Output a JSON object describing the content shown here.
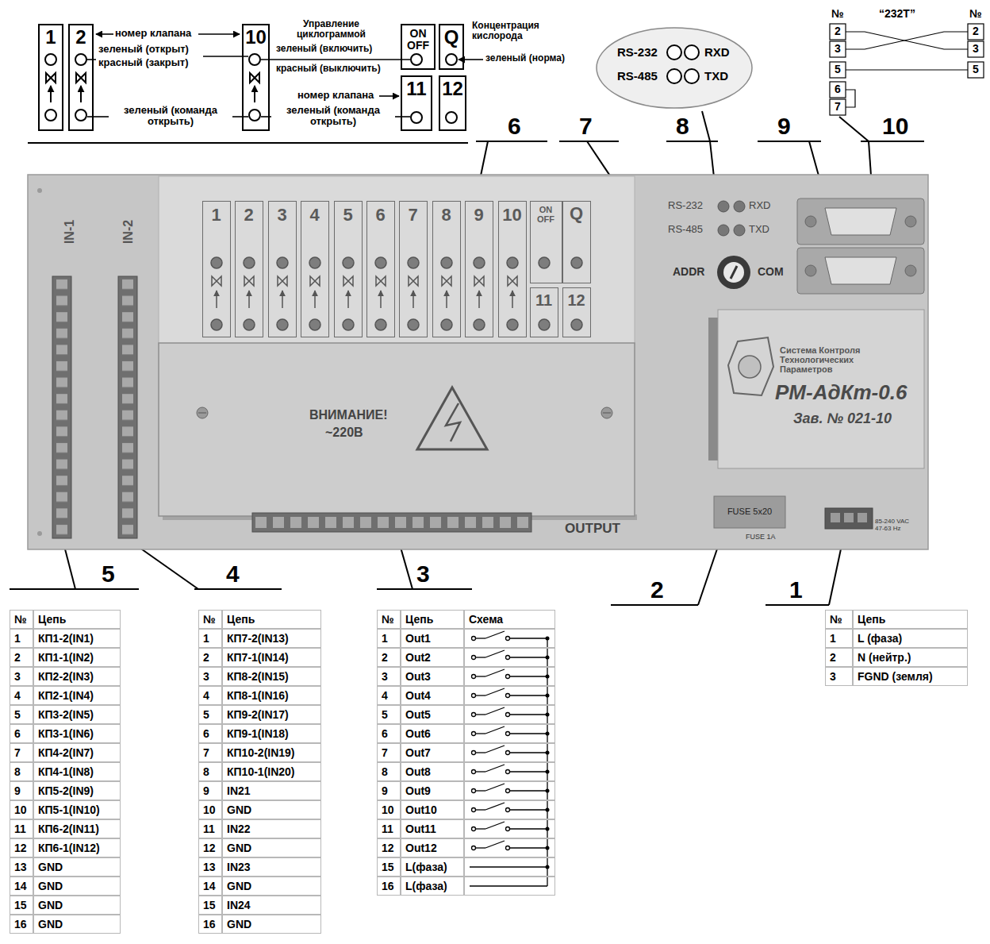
{
  "diagram": {
    "nodes": [
      {
        "text": [
          "1"
        ]
      },
      {
        "text": [
          "2"
        ]
      },
      {
        "text": [
          "10"
        ]
      },
      {
        "text": [
          "ON OFF"
        ]
      },
      {
        "text": [
          "Q"
        ]
      },
      {
        "text": [
          "11"
        ]
      },
      {
        "text": [
          "12"
        ]
      },
      {
        "text": [
          "RS-232",
          "RXD",
          "RS-485",
          "TXD"
        ]
      },
      {
        "text": [
          "IN-1",
          "IN-2",
          "OUTPUT",
          "RS-232",
          "RXD",
          "RS-485",
          "TXD",
          "ADDR",
          "COM",
          "FUSE 1A",
          "85-240 VAC 47-63 Hz"
        ]
      },
      {
        "text": [
          "1"
        ],
        "in": 8
      },
      {
        "text": [
          "2"
        ],
        "in": 8
      },
      {
        "text": [
          "3"
        ],
        "in": 8
      },
      {
        "text": [
          "4"
        ],
        "in": 8
      },
      {
        "text": [
          "5"
        ],
        "in": 8
      },
      {
        "text": [
          "6"
        ],
        "in": 8
      },
      {
        "text": [
          "7"
        ],
        "in": 8
      },
      {
        "text": [
          "8"
        ],
        "in": 8
      },
      {
        "text": [
          "9"
        ],
        "in": 8
      },
      {
        "text": [
          "10"
        ],
        "in": 8
      },
      {
        "text": [
          "ON OFF"
        ],
        "in": 8
      },
      {
        "text": [
          "Q"
        ],
        "in": 8
      },
      {
        "text": [
          "11"
        ],
        "in": 8
      },
      {
        "text": [
          "12"
        ],
        "in": 8
      },
      {
        "text": [
          "ВНИМАНИЕ!",
          "~220В"
        ],
        "in": 8
      },
      {
        "text": [
          "Система Контроля Технологических Параметров",
          "РМ-АдКт-0.6",
          "Зав. № 021-10"
        ],
        "in": 8
      },
      {
        "text": [
          "FUSE 5x20"
        ],
        "in": 8
      }
    ],
    "labels": [
      "номер клапана",
      "зеленый (открыт)",
      "красный (закрыт)",
      "зеленый (команда открыть)",
      "Управление циклограммой",
      "зеленый (включить)",
      "красный (выключить)",
      "Концентрация кислорода",
      "зеленый (норма)",
      "номер клапана",
      "зеленый (команда открыть)",
      "№",
      "“232T”",
      "№",
      "2",
      "3",
      "5",
      "6",
      "7",
      "2",
      "3",
      "5",
      "6",
      "7",
      "8",
      "9",
      "10",
      "5",
      "4",
      "3",
      "2",
      "1",
      "№",
      "Цепь",
      "1",
      "КП1-2(IN1)",
      "2",
      "КП1-1(IN2)",
      "3",
      "КП2-2(IN3)",
      "4",
      "КП2-1(IN4)",
      "5",
      "КП3-2(IN5)",
      "6",
      "КП3-1(IN6)",
      "7",
      "КП4-2(IN7)",
      "8",
      "КП4-1(IN8)",
      "9",
      "КП5-2(IN9)",
      "10",
      "КП5-1(IN10)",
      "11",
      "КП6-2(IN11)",
      "12",
      "КП6-1(IN12)",
      "13",
      "GND",
      "14",
      "GND",
      "15",
      "GND",
      "16",
      "GND",
      "№",
      "Цепь",
      "1",
      "КП7-2(IN13)",
      "2",
      "КП7-1(IN14)",
      "3",
      "КП8-2(IN15)",
      "4",
      "КП8-1(IN16)",
      "5",
      "КП9-2(IN17)",
      "6",
      "КП9-1(IN18)",
      "7",
      "КП10-2(IN19)",
      "8",
      "КП10-1(IN20)",
      "9",
      "IN21",
      "10",
      "GND",
      "11",
      "IN22",
      "12",
      "GND",
      "13",
      "IN23",
      "14",
      "GND",
      "15",
      "IN24",
      "16",
      "GND",
      "№",
      "Цепь",
      "Схема",
      "1",
      "Out1",
      "2",
      "Out2",
      "3",
      "Out3",
      "4",
      "Out4",
      "5",
      "Out5",
      "6",
      "Out6",
      "7",
      "Out7",
      "8",
      "Out8",
      "9",
      "Out9",
      "10",
      "Out10",
      "11",
      "Out11",
      "12",
      "Out12",
      "15",
      "L(фаза)",
      "16",
      "L(фаза)",
      "№",
      "Цепь",
      "1",
      "L (фаза)",
      "2",
      "N (нейтр.)",
      "3",
      "FGND (земля)"
    ]
  }
}
